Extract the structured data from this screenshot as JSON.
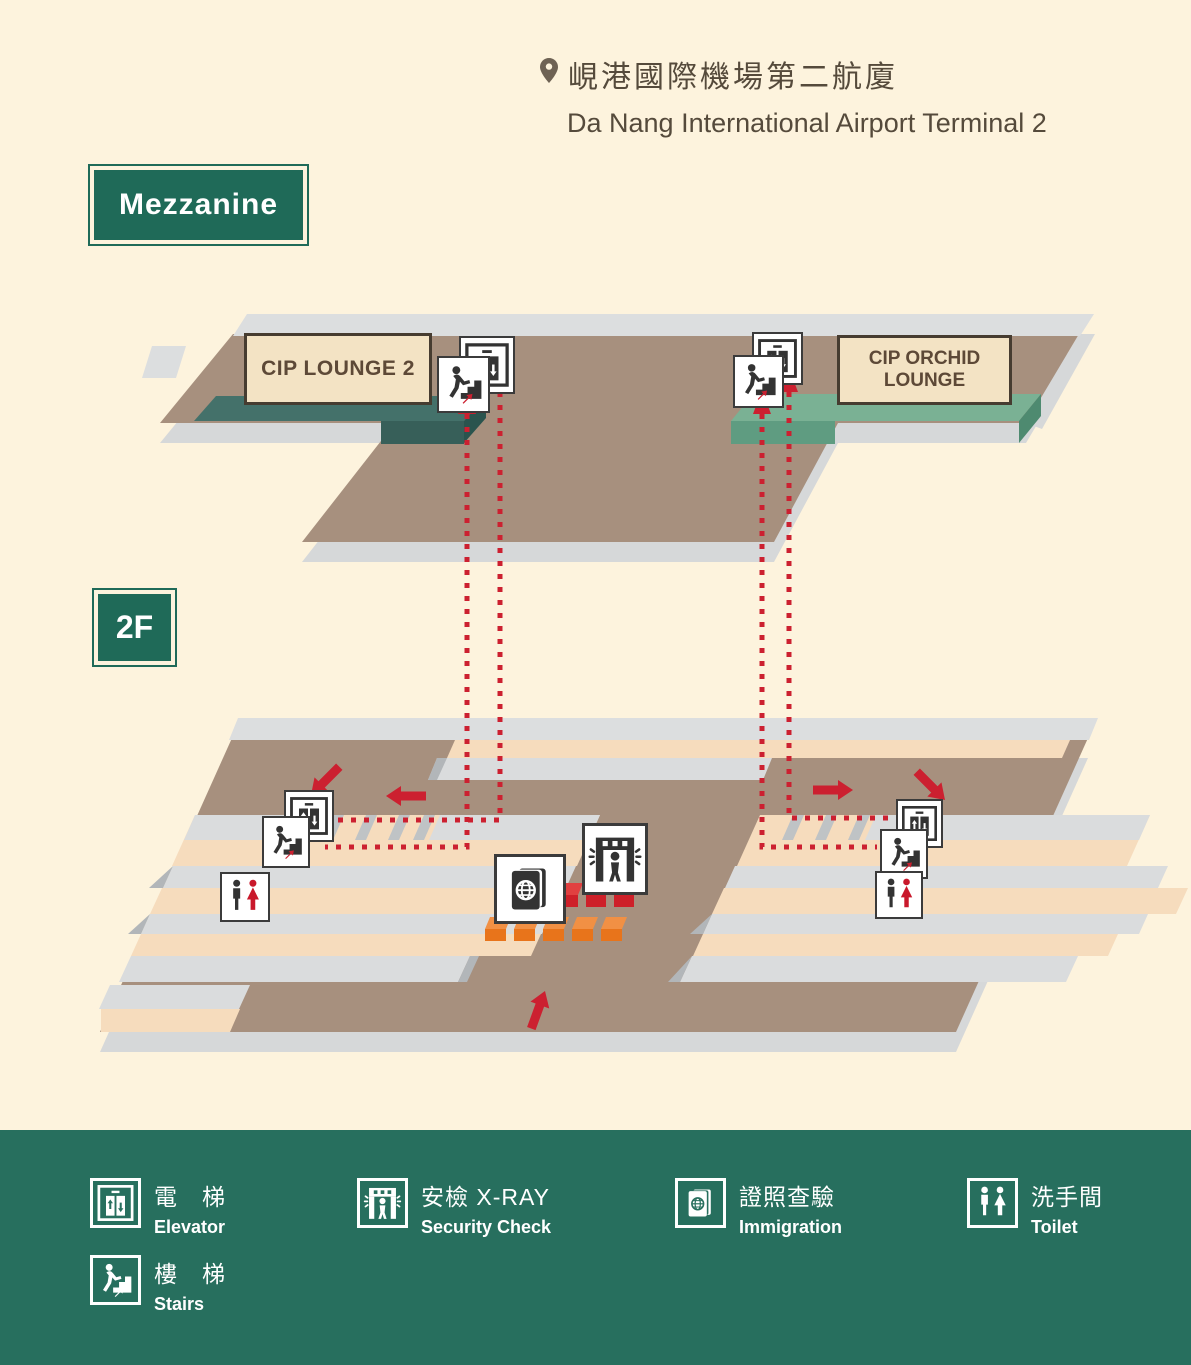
{
  "header": {
    "pin_icon": "location-pin-icon",
    "title_zh": "峴港國際機場第二航廈",
    "title_en": "Da Nang International Airport Terminal 2"
  },
  "floors": {
    "mezzanine": {
      "label": "Mezzanine",
      "lounges": {
        "left": "CIP LOUNGE 2",
        "right": "CIP ORCHID LOUNGE"
      }
    },
    "second_floor": {
      "label": "2F"
    }
  },
  "map_icons": {
    "elevator": "elevator-icon",
    "stairs": "stairs-icon",
    "security": "security-check-icon",
    "immigration": "immigration-passport-icon",
    "toilet": "toilet-icon"
  },
  "legend": {
    "items": [
      {
        "id": "elevator",
        "zh": "電　梯",
        "en": "Elevator"
      },
      {
        "id": "security",
        "zh": "安檢 X-RAY",
        "en": "Security Check"
      },
      {
        "id": "immigration",
        "zh": "證照查驗",
        "en": "Immigration"
      },
      {
        "id": "toilet",
        "zh": "洗手間",
        "en": "Toilet"
      },
      {
        "id": "stairs",
        "zh": "樓　梯",
        "en": "Stairs"
      }
    ]
  },
  "colors": {
    "background": "#fdf3dd",
    "legend_green": "#276f5e",
    "badge_green": "#1f6a58",
    "floor_brown": "#a7907e",
    "floor_peach": "#f6dcbd",
    "wall_gray": "#dadcdd",
    "teal_block": "#44716a",
    "sage_block": "#7ab194",
    "accent_red": "#cc2030",
    "accent_orange": "#e8741b",
    "card_border": "#3b3b3b",
    "lounge_label_bg": "#f3e3c4",
    "lounge_label_text": "#5d4937",
    "header_text": "#554a3b"
  }
}
